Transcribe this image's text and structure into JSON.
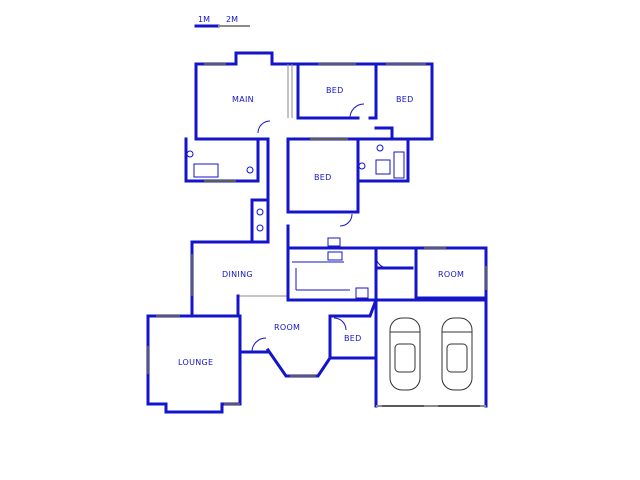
{
  "scale_bar": {
    "label_1": "1M",
    "label_2": "2M"
  },
  "rooms": {
    "main": "MAIN",
    "bed_top_mid": "BED",
    "bed_top_right": "BED",
    "bed_center": "BED",
    "dining": "DINING",
    "room_right": "ROOM",
    "room_center": "ROOM",
    "lounge": "LOUNGE",
    "bed_small": "BED"
  },
  "colors": {
    "wall": "#1414c8",
    "window": "#5a5a5a"
  }
}
